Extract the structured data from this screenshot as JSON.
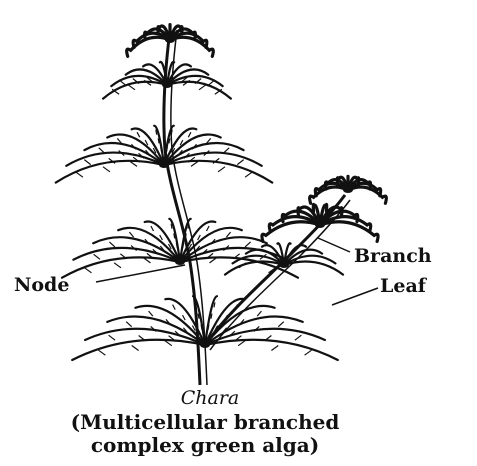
{
  "labels": {
    "branch": "Branch",
    "node": "Node",
    "leaf": "Leaf"
  },
  "caption": {
    "title": "Chara",
    "line1": "(Multicellular branched",
    "line2": "complex green alga)"
  },
  "colors": {
    "ink": "#111111",
    "background": "#ffffff"
  }
}
